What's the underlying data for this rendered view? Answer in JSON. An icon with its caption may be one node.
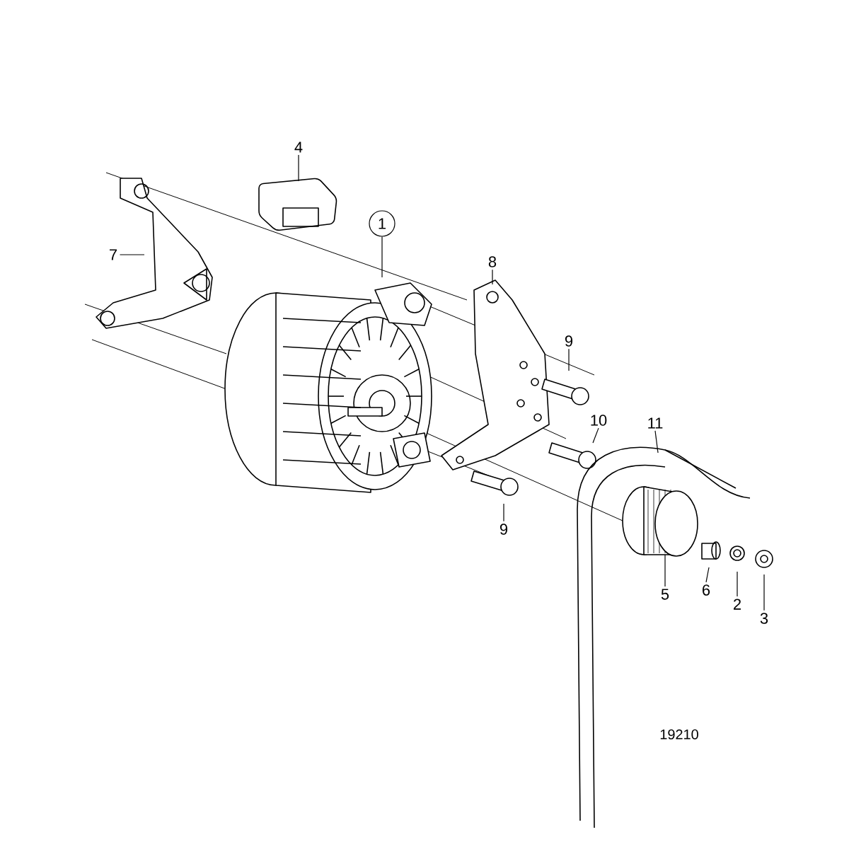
{
  "diagram": {
    "nodes": [
      {
        "text": [
          "4"
        ]
      },
      {
        "text": [
          "1"
        ]
      },
      {
        "text": [
          "7"
        ]
      },
      {
        "text": [
          "8"
        ]
      },
      {
        "text": [
          "9"
        ]
      },
      {
        "text": [
          "10"
        ]
      },
      {
        "text": [
          "11"
        ]
      },
      {
        "text": [
          "9"
        ]
      },
      {
        "text": [
          "5"
        ]
      },
      {
        "text": [
          "6"
        ]
      },
      {
        "text": [
          "2"
        ]
      },
      {
        "text": [
          "3"
        ]
      }
    ],
    "edges": [
      {
        "from": 0,
        "to": null,
        "arrow": "none"
      },
      {
        "from": 1,
        "to": null,
        "arrow": "none"
      },
      {
        "from": 2,
        "to": null,
        "arrow": "none"
      },
      {
        "from": 3,
        "to": null,
        "arrow": "none"
      },
      {
        "from": 4,
        "to": null,
        "arrow": "none"
      },
      {
        "from": 5,
        "to": null,
        "arrow": "none"
      },
      {
        "from": 6,
        "to": null,
        "arrow": "none"
      },
      {
        "from": 7,
        "to": null,
        "arrow": "none"
      },
      {
        "from": 8,
        "to": null,
        "arrow": "none"
      },
      {
        "from": 9,
        "to": null,
        "arrow": "none"
      },
      {
        "from": 10,
        "to": null,
        "arrow": "none"
      },
      {
        "from": 11,
        "to": null,
        "arrow": "none"
      }
    ],
    "labels": [
      "19210"
    ]
  }
}
